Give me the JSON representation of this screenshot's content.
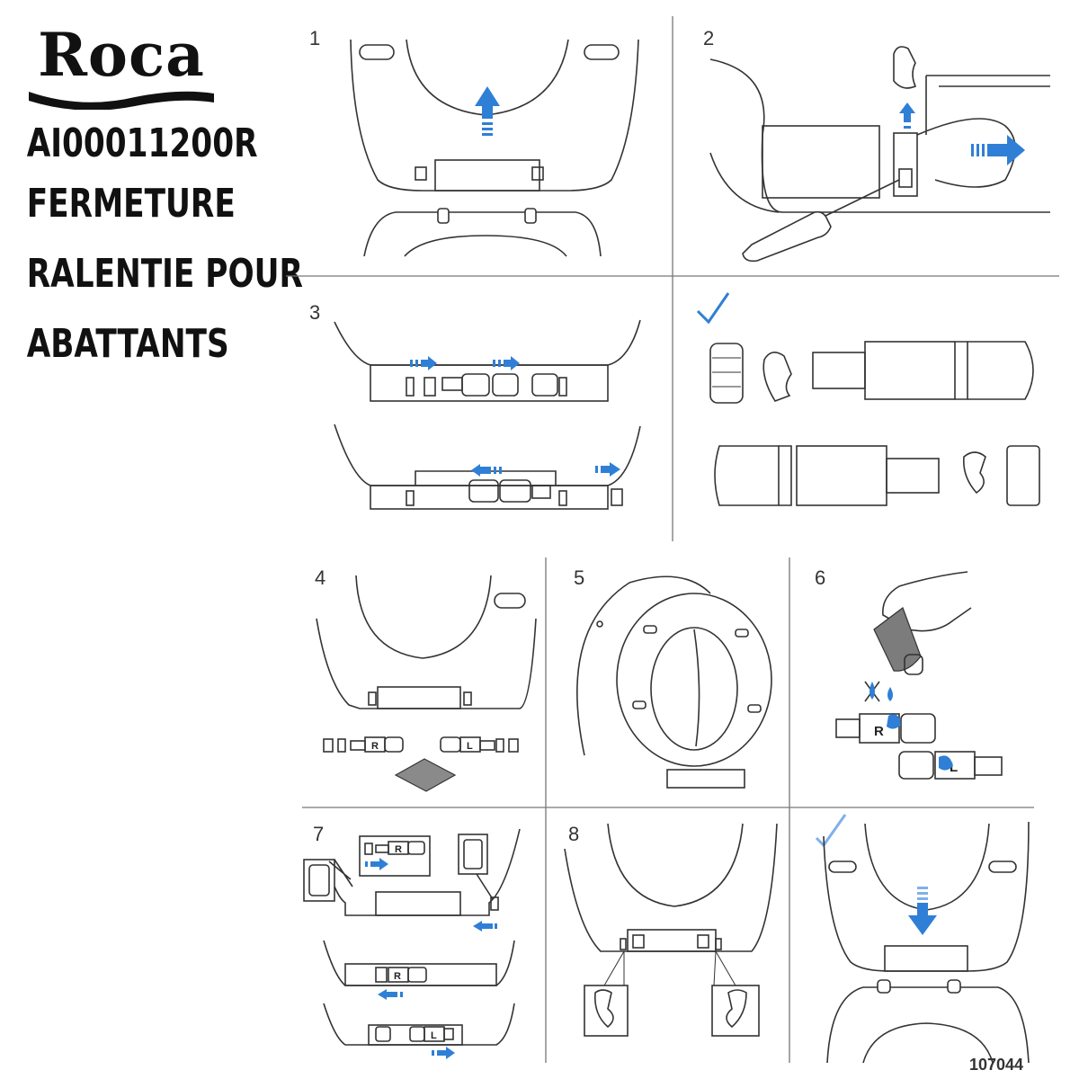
{
  "brand": {
    "logo_text": "Roca",
    "reference": "AI00011200R",
    "title_lines": [
      "FERMETURE",
      "RALENTIE POUR",
      "ABATTANTS"
    ]
  },
  "steps": {
    "s1": "1",
    "s2": "2",
    "s3": "3",
    "s4": "4",
    "s5": "5",
    "s6": "6",
    "s7": "7",
    "s8": "8"
  },
  "part_labels": {
    "right": "R",
    "left": "L"
  },
  "document_code": "107044",
  "colors": {
    "accent": "#2f7fd6",
    "line": "#333333"
  },
  "icons": [
    "check-icon",
    "arrow-icon",
    "screwdriver-icon",
    "hand-icon",
    "oil-drop-icon"
  ]
}
